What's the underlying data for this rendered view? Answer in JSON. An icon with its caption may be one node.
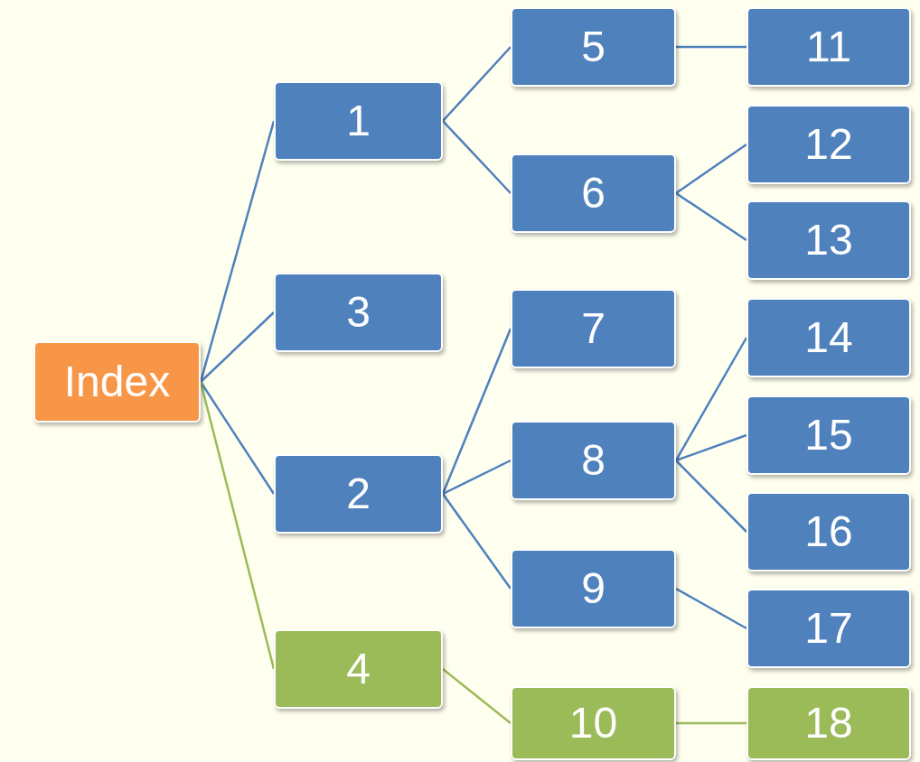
{
  "diagram": {
    "nodes": [
      {
        "text": [
          "Index"
        ]
      },
      {
        "text": [
          "1"
        ]
      },
      {
        "text": [
          "3"
        ]
      },
      {
        "text": [
          "2"
        ]
      },
      {
        "text": [
          "4"
        ]
      },
      {
        "text": [
          "5"
        ]
      },
      {
        "text": [
          "6"
        ]
      },
      {
        "text": [
          "7"
        ]
      },
      {
        "text": [
          "8"
        ]
      },
      {
        "text": [
          "9"
        ]
      },
      {
        "text": [
          "10"
        ]
      },
      {
        "text": [
          "11"
        ]
      },
      {
        "text": [
          "12"
        ]
      },
      {
        "text": [
          "13"
        ]
      },
      {
        "text": [
          "14"
        ]
      },
      {
        "text": [
          "15"
        ]
      },
      {
        "text": [
          "16"
        ]
      },
      {
        "text": [
          "17"
        ]
      },
      {
        "text": [
          "18"
        ]
      }
    ],
    "edges": [
      {
        "from": 0,
        "to": 1,
        "arrow": "none"
      },
      {
        "from": 0,
        "to": 2,
        "arrow": "none"
      },
      {
        "from": 0,
        "to": 3,
        "arrow": "none"
      },
      {
        "from": 0,
        "to": 4,
        "arrow": "none",
        "color": "#9bbb59"
      },
      {
        "from": 1,
        "to": 5,
        "arrow": "none"
      },
      {
        "from": 1,
        "to": 6,
        "arrow": "none"
      },
      {
        "from": 3,
        "to": 7,
        "arrow": "none"
      },
      {
        "from": 3,
        "to": 8,
        "arrow": "none"
      },
      {
        "from": 3,
        "to": 9,
        "arrow": "none"
      },
      {
        "from": 4,
        "to": 10,
        "arrow": "none",
        "color": "#9bbb59"
      },
      {
        "from": 5,
        "to": 11,
        "arrow": "none"
      },
      {
        "from": 6,
        "to": 12,
        "arrow": "none"
      },
      {
        "from": 6,
        "to": 13,
        "arrow": "none"
      },
      {
        "from": 8,
        "to": 14,
        "arrow": "none"
      },
      {
        "from": 8,
        "to": 15,
        "arrow": "none"
      },
      {
        "from": 8,
        "to": 16,
        "arrow": "none"
      },
      {
        "from": 9,
        "to": 17,
        "arrow": "none"
      },
      {
        "from": 10,
        "to": 18,
        "arrow": "none",
        "color": "#9bbb59"
      }
    ]
  }
}
